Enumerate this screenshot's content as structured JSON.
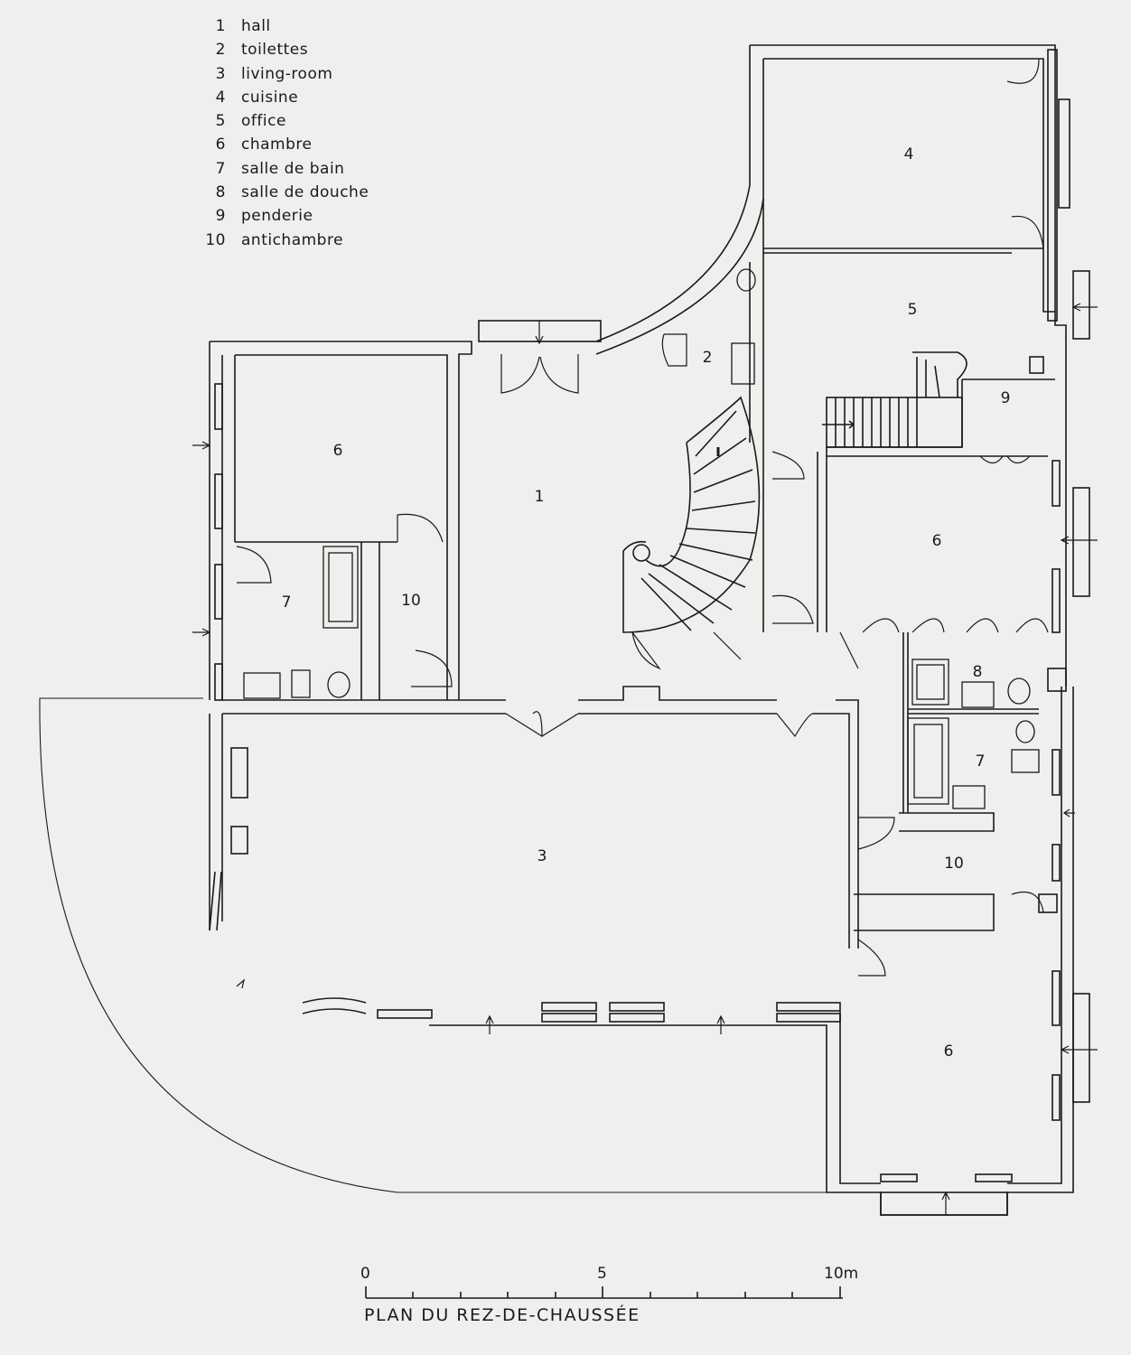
{
  "legend": [
    {
      "num": "1",
      "name": "hall"
    },
    {
      "num": "2",
      "name": "toilettes"
    },
    {
      "num": "3",
      "name": "living-room"
    },
    {
      "num": "4",
      "name": "cuisine"
    },
    {
      "num": "5",
      "name": "office"
    },
    {
      "num": "6",
      "name": "chambre"
    },
    {
      "num": "7",
      "name": "salle de bain"
    },
    {
      "num": "8",
      "name": "salle de douche"
    },
    {
      "num": "9",
      "name": "penderie"
    },
    {
      "num": "10",
      "name": "antichambre"
    }
  ],
  "rooms": [
    "1",
    "2",
    "3",
    "4",
    "5",
    "6",
    "6",
    "6",
    "7",
    "7",
    "8",
    "9",
    "10",
    "10"
  ],
  "scale": {
    "labels": [
      "0",
      "5",
      "10m"
    ],
    "title": "PLAN DU REZ-DE-CHAUSSÉE"
  },
  "colors": {
    "paper": "#efefed",
    "ink": "#1a1a1a"
  }
}
